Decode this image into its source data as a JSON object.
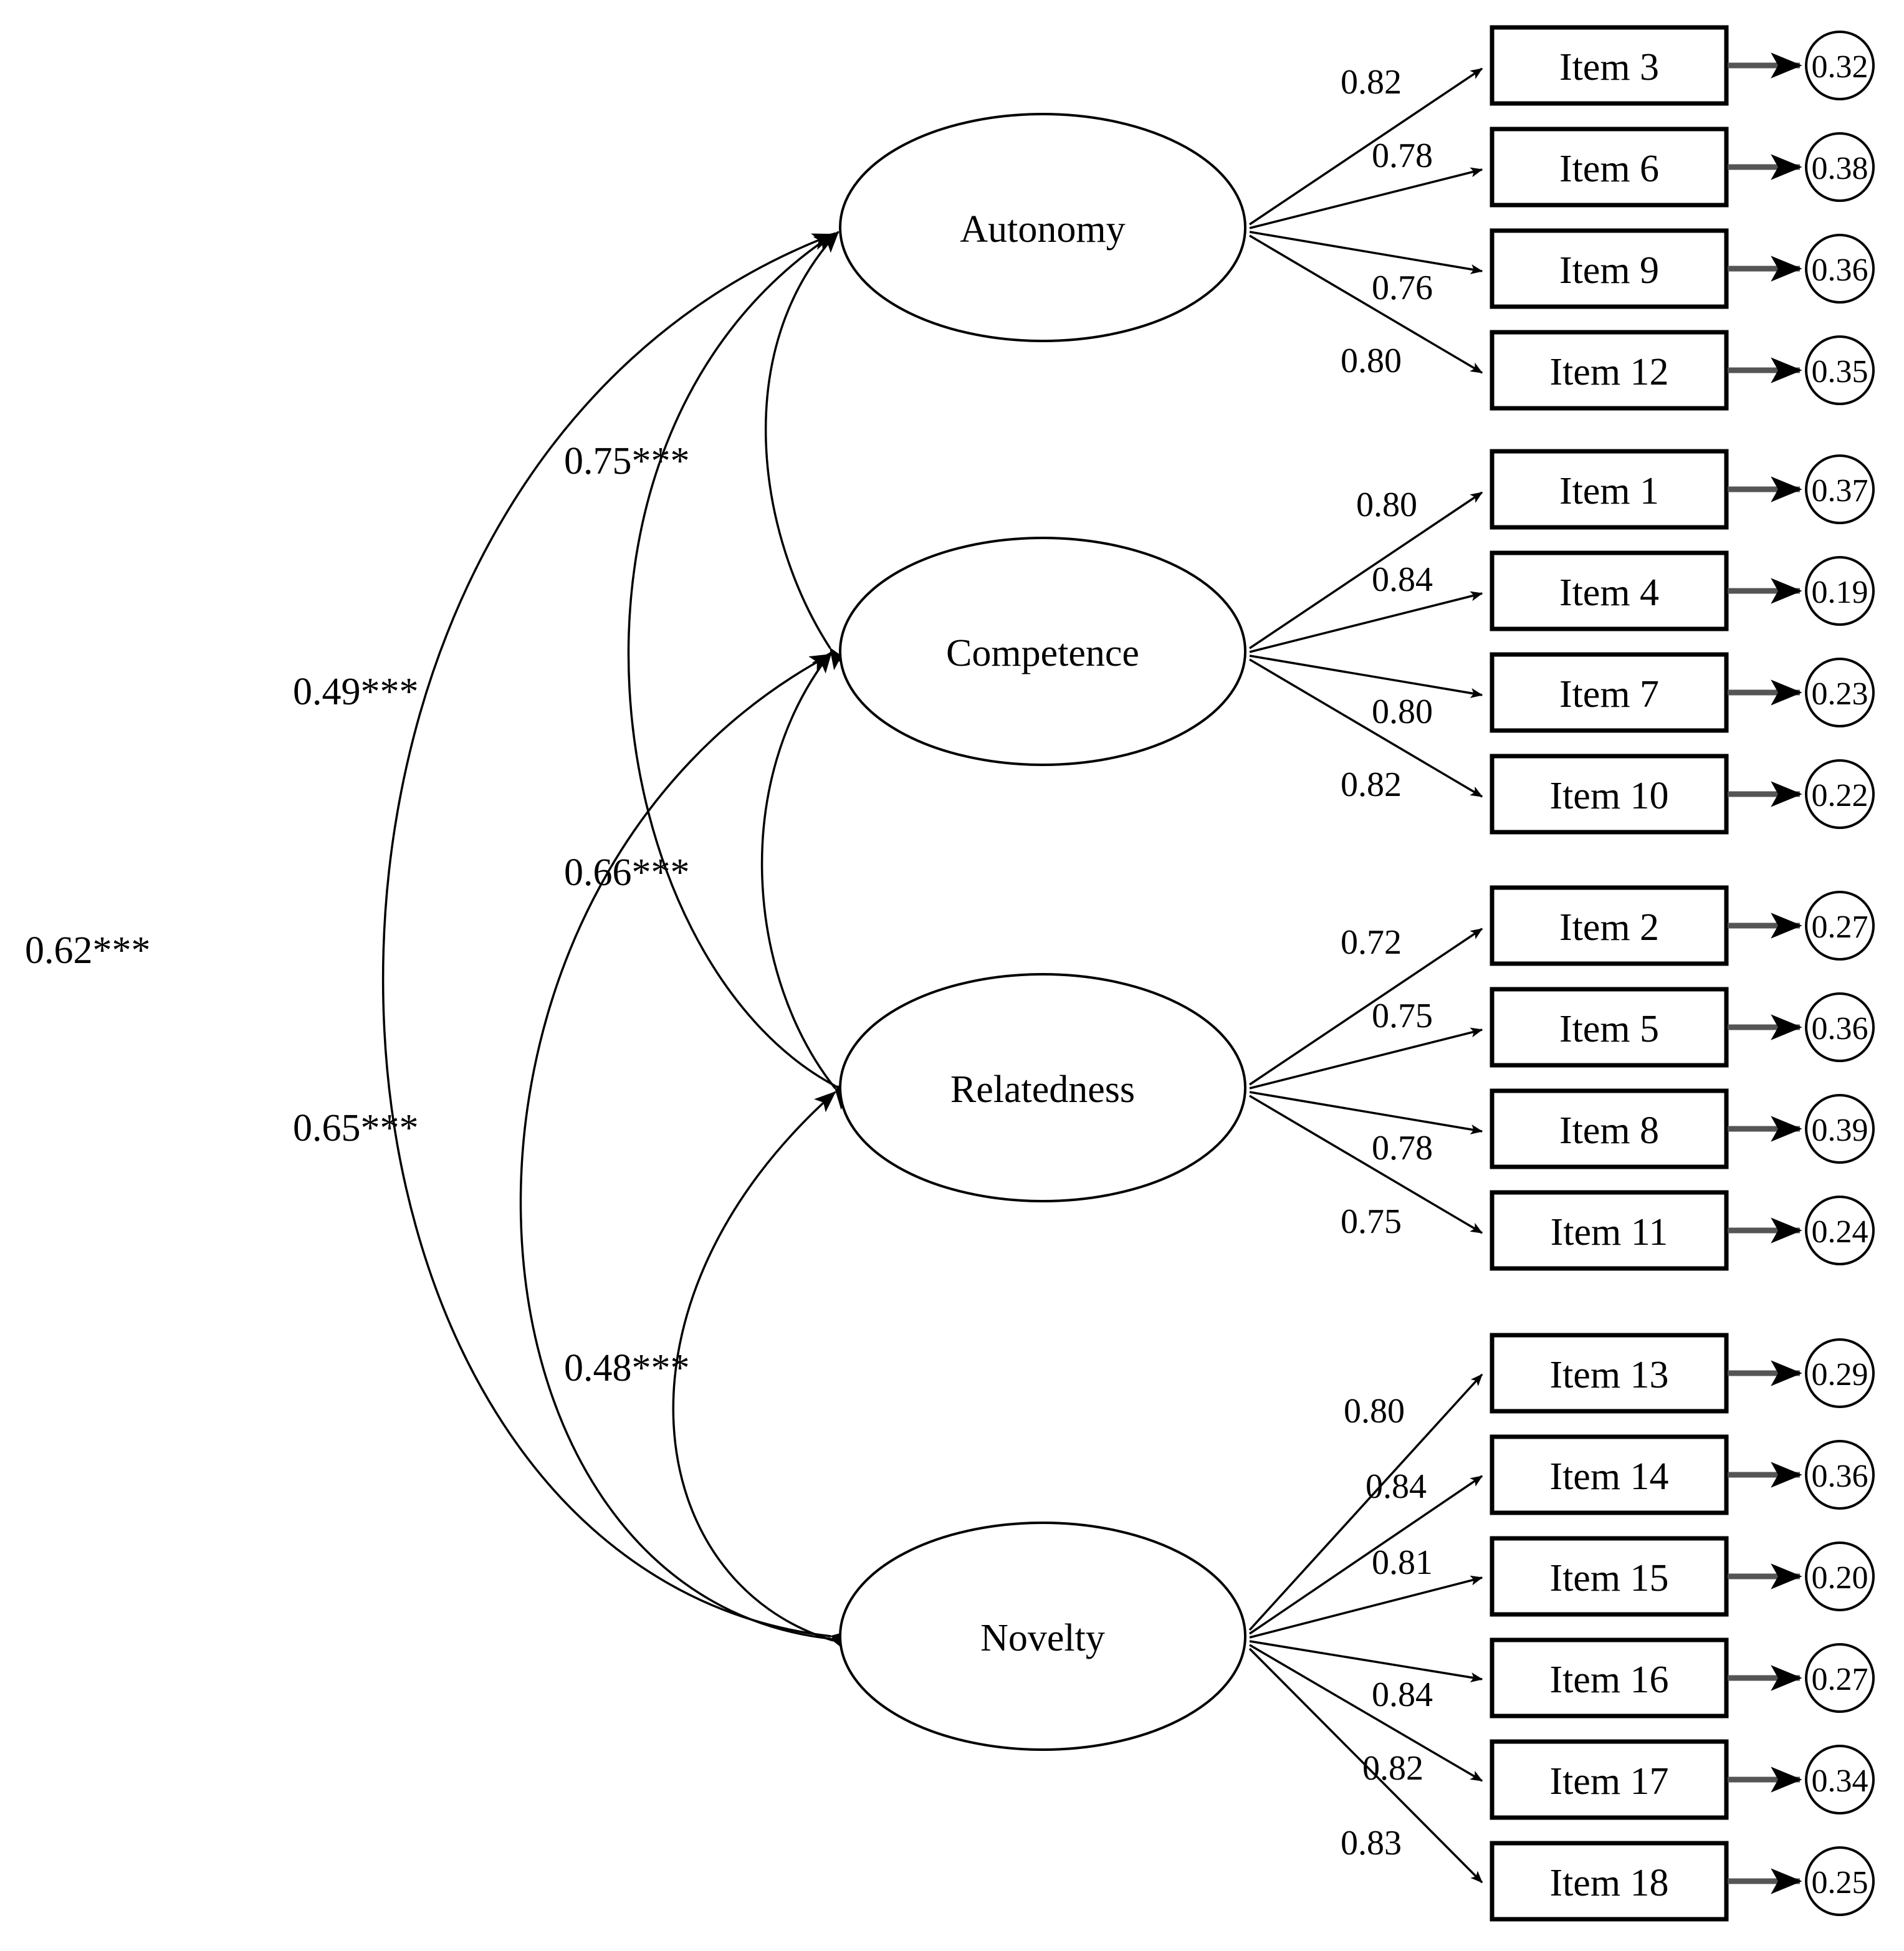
{
  "chart_data": {
    "type": "diagram",
    "title": "",
    "diagram_kind": "sem-path-diagram-cfa",
    "latent_factors": [
      {
        "name": "Autonomy",
        "indicators": [
          "Item 3",
          "Item 6",
          "Item 9",
          "Item 12"
        ]
      },
      {
        "name": "Competence",
        "indicators": [
          "Item 1",
          "Item 4",
          "Item 7",
          "Item 10"
        ]
      },
      {
        "name": "Relatedness",
        "indicators": [
          "Item 2",
          "Item 5",
          "Item 8",
          "Item 11"
        ]
      },
      {
        "name": "Novelty",
        "indicators": [
          "Item 13",
          "Item 14",
          "Item 15",
          "Item 16",
          "Item 17",
          "Item 18"
        ]
      }
    ],
    "factor_loadings": {
      "Autonomy": [
        0.82,
        0.78,
        0.76,
        0.8
      ],
      "Competence": [
        0.8,
        0.84,
        0.8,
        0.82
      ],
      "Relatedness": [
        0.72,
        0.75,
        0.78,
        0.75
      ],
      "Novelty": [
        0.8,
        0.84,
        0.81,
        0.84,
        0.82,
        0.83
      ]
    },
    "residuals": {
      "Autonomy": [
        0.32,
        0.38,
        0.36,
        0.35
      ],
      "Competence": [
        0.37,
        0.19,
        0.23,
        0.22
      ],
      "Relatedness": [
        0.27,
        0.36,
        0.39,
        0.24
      ],
      "Novelty": [
        0.29,
        0.36,
        0.2,
        0.27,
        0.34,
        0.25
      ]
    },
    "factor_correlations": [
      {
        "from": "Autonomy",
        "to": "Competence",
        "value": 0.75,
        "sig": "***",
        "label": "0.75***"
      },
      {
        "from": "Autonomy",
        "to": "Relatedness",
        "value": 0.49,
        "sig": "***",
        "label": "0.49***"
      },
      {
        "from": "Autonomy",
        "to": "Novelty",
        "value": 0.62,
        "sig": "***",
        "label": "0.62***"
      },
      {
        "from": "Competence",
        "to": "Relatedness",
        "value": 0.66,
        "sig": "***",
        "label": "0.66***"
      },
      {
        "from": "Competence",
        "to": "Novelty",
        "value": 0.65,
        "sig": "***",
        "label": "0.65***"
      },
      {
        "from": "Relatedness",
        "to": "Novelty",
        "value": 0.48,
        "sig": "***",
        "label": "0.48***"
      }
    ]
  },
  "factors": {
    "autonomy": {
      "label": "Autonomy"
    },
    "competence": {
      "label": "Competence"
    },
    "relatedness": {
      "label": "Relatedness"
    },
    "novelty": {
      "label": "Novelty"
    }
  },
  "correlations": {
    "c075": "0.75***",
    "c049": "0.49***",
    "c062": "0.62***",
    "c066": "0.66***",
    "c065": "0.65***",
    "c048": "0.48***"
  },
  "groups": {
    "autonomy": {
      "items": [
        {
          "name": "Item 3",
          "loading": "0.82",
          "residual": "0.32"
        },
        {
          "name": "Item 6",
          "loading": "0.78",
          "residual": "0.38"
        },
        {
          "name": "Item 9",
          "loading": "0.76",
          "residual": "0.36"
        },
        {
          "name": "Item 12",
          "loading": "0.80",
          "residual": "0.35"
        }
      ]
    },
    "competence": {
      "items": [
        {
          "name": "Item 1",
          "loading": "0.80",
          "residual": "0.37"
        },
        {
          "name": "Item 4",
          "loading": "0.84",
          "residual": "0.19"
        },
        {
          "name": "Item 7",
          "loading": "0.80",
          "residual": "0.23"
        },
        {
          "name": "Item 10",
          "loading": "0.82",
          "residual": "0.22"
        }
      ]
    },
    "relatedness": {
      "items": [
        {
          "name": "Item 2",
          "loading": "0.72",
          "residual": "0.27"
        },
        {
          "name": "Item 5",
          "loading": "0.75",
          "residual": "0.36"
        },
        {
          "name": "Item 8",
          "loading": "0.78",
          "residual": "0.39"
        },
        {
          "name": "Item 11",
          "loading": "0.75",
          "residual": "0.24"
        }
      ]
    },
    "novelty": {
      "items": [
        {
          "name": "Item 13",
          "loading": "0.80",
          "residual": "0.29"
        },
        {
          "name": "Item 14",
          "loading": "0.84",
          "residual": "0.36"
        },
        {
          "name": "Item 15",
          "loading": "0.81",
          "residual": "0.20"
        },
        {
          "name": "Item 16",
          "loading": "0.84",
          "residual": "0.27"
        },
        {
          "name": "Item 17",
          "loading": "0.82",
          "residual": "0.34"
        },
        {
          "name": "Item 18",
          "loading": "0.83",
          "residual": "0.25"
        }
      ]
    }
  }
}
